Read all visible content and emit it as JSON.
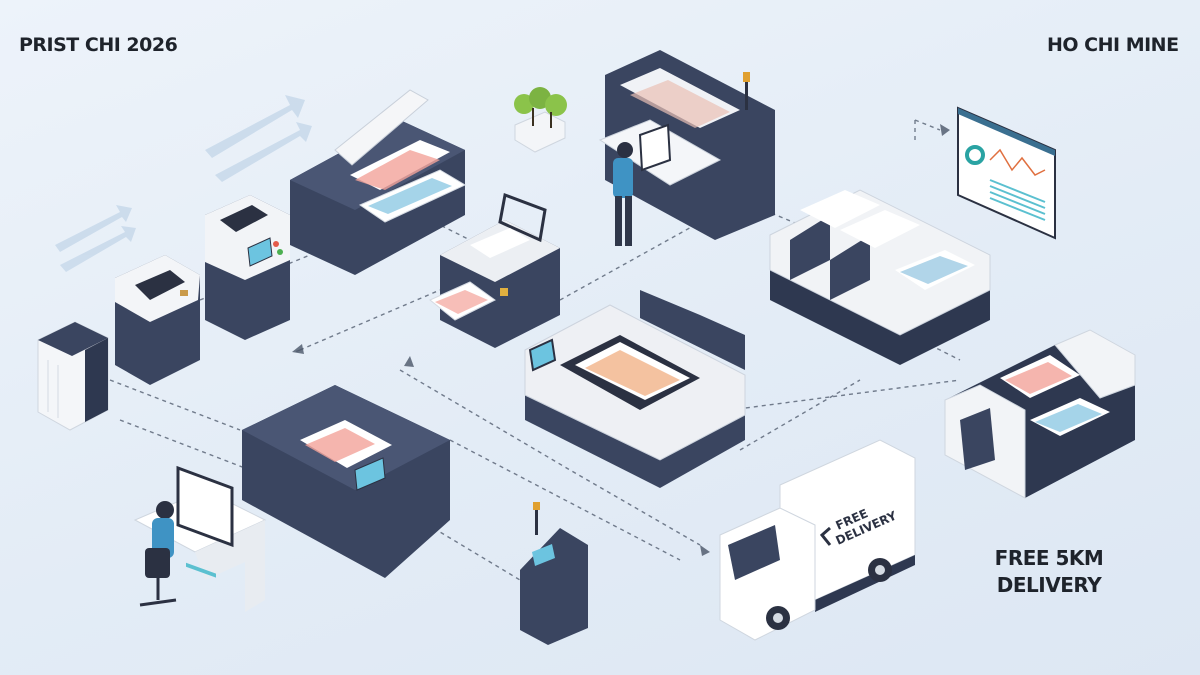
{
  "labels": {
    "top_left": "PRIST CHI 2026",
    "top_right": "HO CHI MINE",
    "bottom_right_line1": "FREE 5KM",
    "bottom_right_line2": "DELIVERY"
  },
  "truck": {
    "side_text_line1": "FREE",
    "side_text_line2": "DELIVERY"
  },
  "colors": {
    "background": "#e6eef7",
    "machine_dark": "#3a4560",
    "machine_light": "#f1f3f6",
    "accent_screen": "#6cc4e0",
    "operator_shirt": "#3f93c4",
    "tree_green": "#8bc34a",
    "text": "#1e232b"
  },
  "scene": {
    "stations": [
      "dehumidifier-unit",
      "order-kiosk",
      "self-service-terminal",
      "large-format-printer-open-lid",
      "desktop-printer",
      "roll-printer-with-operator",
      "planter",
      "analytics-dashboard-panel",
      "dual-head-press",
      "flatbed-printer",
      "laminator-roller",
      "designer-workstation",
      "wide-format-plotter",
      "payment-kiosk",
      "delivery-truck"
    ]
  }
}
